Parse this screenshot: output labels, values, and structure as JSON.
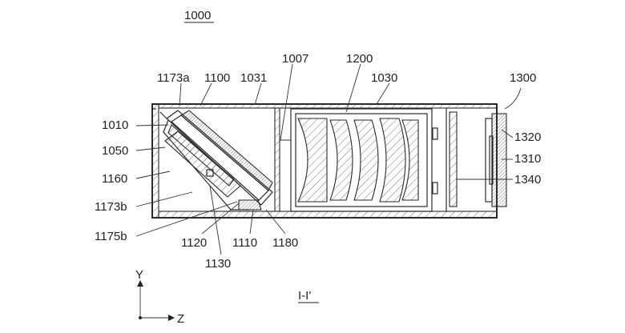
{
  "figure_number": "1000",
  "section_label": "I-I'",
  "axes": {
    "y": "Y",
    "z": "Z"
  },
  "labels": {
    "l1007": "1007",
    "l1200": "1200",
    "l1173a": "1173a",
    "l1100": "1100",
    "l1031": "1031",
    "l1030": "1030",
    "l1300": "1300",
    "l1010": "1010",
    "l1050": "1050",
    "l1160": "1160",
    "l1173b": "1173b",
    "l1175b": "1175b",
    "l1120": "1120",
    "l1110": "1110",
    "l1180": "1180",
    "l1130": "1130",
    "l1320": "1320",
    "l1310": "1310",
    "l1340": "1340"
  }
}
